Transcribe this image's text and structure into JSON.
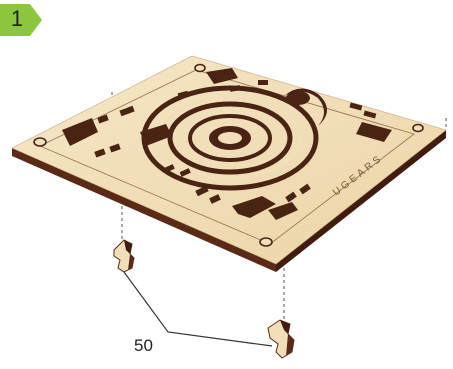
{
  "step": {
    "number": "1"
  },
  "parts": {
    "label": "50"
  },
  "board": {
    "brand_text": "UGEARS"
  },
  "colors": {
    "badge_green": "#8cc63f",
    "wood_top": "#f2dfba",
    "wood_edge": "#5a2a16",
    "wood_hole": "#4a2412",
    "line": "#333333",
    "background": "#ffffff"
  }
}
